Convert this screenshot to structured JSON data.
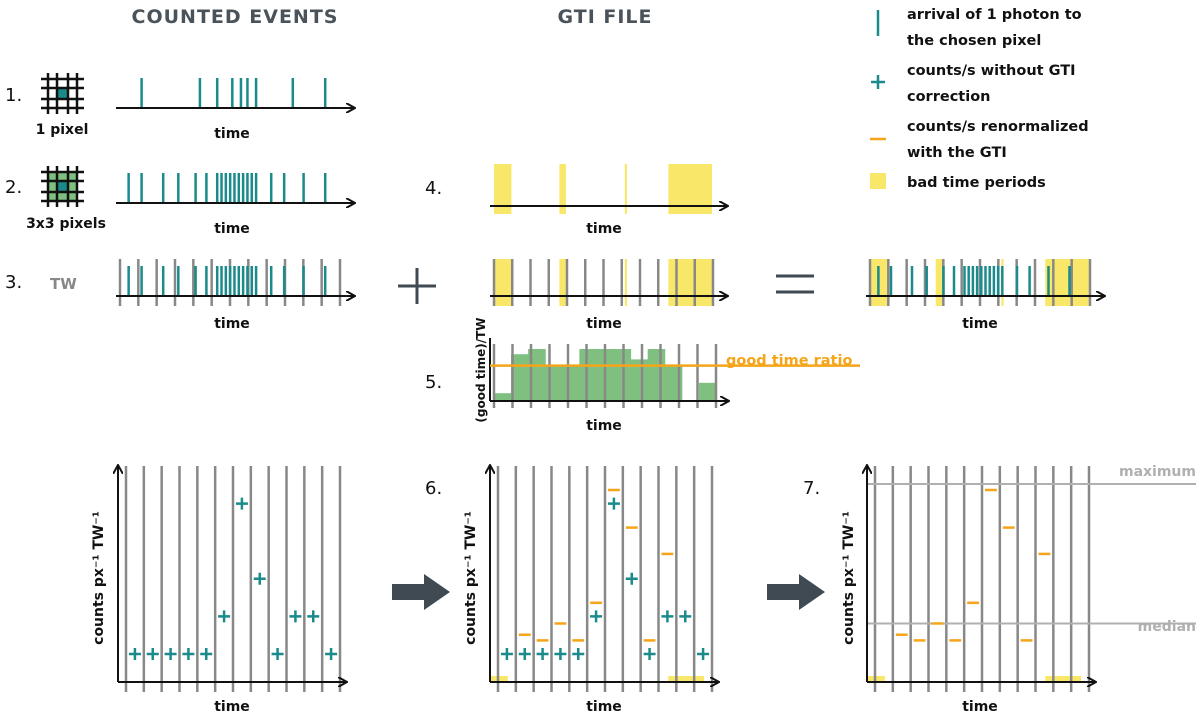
{
  "headers": {
    "counted_events": "COUNTED EVENTS",
    "gti_file": "GTI FILE"
  },
  "steps": {
    "s1": "1.",
    "s2": "2.",
    "s3": "3.",
    "s4": "4.",
    "s5": "5.",
    "s6": "6.",
    "s7": "7."
  },
  "labels": {
    "one_pixel": "1 pixel",
    "three_by_three": "3x3 pixels",
    "tw": "TW",
    "time": "time",
    "good_time_ratio": "good time ratio",
    "ratio_ylabel": "(good time)/TW",
    "counts_ylabel": "counts px⁻¹ TW⁻¹",
    "maximum": "maximum",
    "median": "median"
  },
  "legend": {
    "photon_line1": "arrival of 1 photon to",
    "photon_line2": "the chosen pixel",
    "cps_line1": "counts/s without GTI",
    "cps_line2": "correction",
    "renorm_line1": "counts/s renormalized",
    "renorm_line2": "with the GTI",
    "bad_periods": "bad time periods"
  },
  "colors": {
    "teal": "#1a8a8a",
    "orange": "#f5a51a",
    "yellow": "#f9e76a",
    "green": "#7fbf7f",
    "grid": "#888888",
    "arrow": "#3f4a52",
    "ref_line": "#b0b0b0"
  },
  "data": {
    "events_1px": [
      0.1,
      0.37,
      0.45,
      0.52,
      0.56,
      0.59,
      0.63,
      0.8,
      0.95
    ],
    "events_3x3": [
      0.04,
      0.1,
      0.2,
      0.27,
      0.35,
      0.4,
      0.45,
      0.47,
      0.49,
      0.51,
      0.53,
      0.55,
      0.57,
      0.59,
      0.61,
      0.63,
      0.7,
      0.76,
      0.85,
      0.95
    ],
    "bad_periods": [
      [
        0.0,
        0.08
      ],
      [
        0.3,
        0.33
      ],
      [
        0.6,
        0.61
      ],
      [
        0.8,
        1.0
      ]
    ],
    "good_time_ratio": 0.68,
    "ratio_per_tw": [
      0.15,
      0.9,
      1.0,
      0.7,
      0.7,
      1.0,
      1.0,
      1.0,
      0.8,
      1.0,
      0.7,
      0.0,
      0.35
    ],
    "counts_per_tw": [
      1,
      1,
      1,
      1,
      1,
      2,
      5,
      3,
      1,
      2,
      2,
      1
    ],
    "renorm_per_tw": [
      0,
      1.15,
      1,
      1.45,
      1,
      2,
      5,
      4,
      1,
      3.3,
      0,
      0
    ]
  }
}
